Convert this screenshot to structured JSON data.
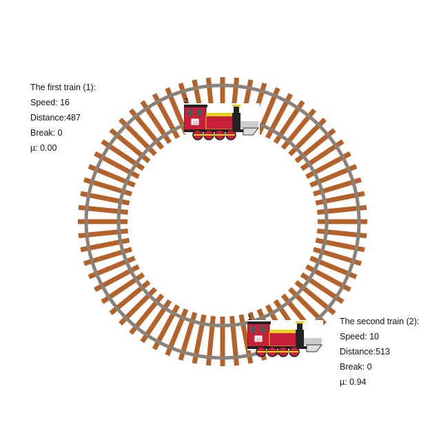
{
  "train1": {
    "title": "The first train (1):",
    "speed": "Speed: 16",
    "distance": "Distance:487",
    "break": "Break: 0",
    "mu": "µ: 0.00",
    "marker": "2",
    "plate": "13"
  },
  "train2": {
    "title": "The second train (2):",
    "speed": "Speed: 10",
    "distance": "Distance:513",
    "break": "Break: 0",
    "mu": "µ: 0.94",
    "marker": "1",
    "plate": "13"
  },
  "colors": {
    "rail": "#8a8278",
    "tie": "#b5612a",
    "tieDark": "#7a3a16",
    "trainRed": "#c8203a"
  }
}
